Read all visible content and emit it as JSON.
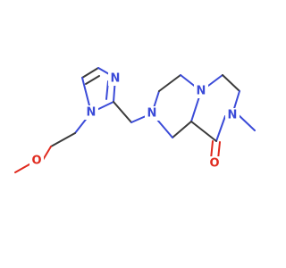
{
  "molecule": {
    "atoms": [
      {
        "id": "N_im3",
        "label": "N",
        "color": "#3b4bd8"
      },
      {
        "id": "N_im1",
        "label": "N",
        "color": "#3b4bd8"
      },
      {
        "id": "N_ring1",
        "label": "N",
        "color": "#3b4bd8"
      },
      {
        "id": "N_bridge",
        "label": "N",
        "color": "#3b4bd8"
      },
      {
        "id": "N_methyl",
        "label": "N",
        "color": "#3b4bd8"
      },
      {
        "id": "O_carbonyl",
        "label": "O",
        "color": "#e02a1e"
      },
      {
        "id": "O_ether",
        "label": "O",
        "color": "#e02a1e"
      }
    ]
  }
}
